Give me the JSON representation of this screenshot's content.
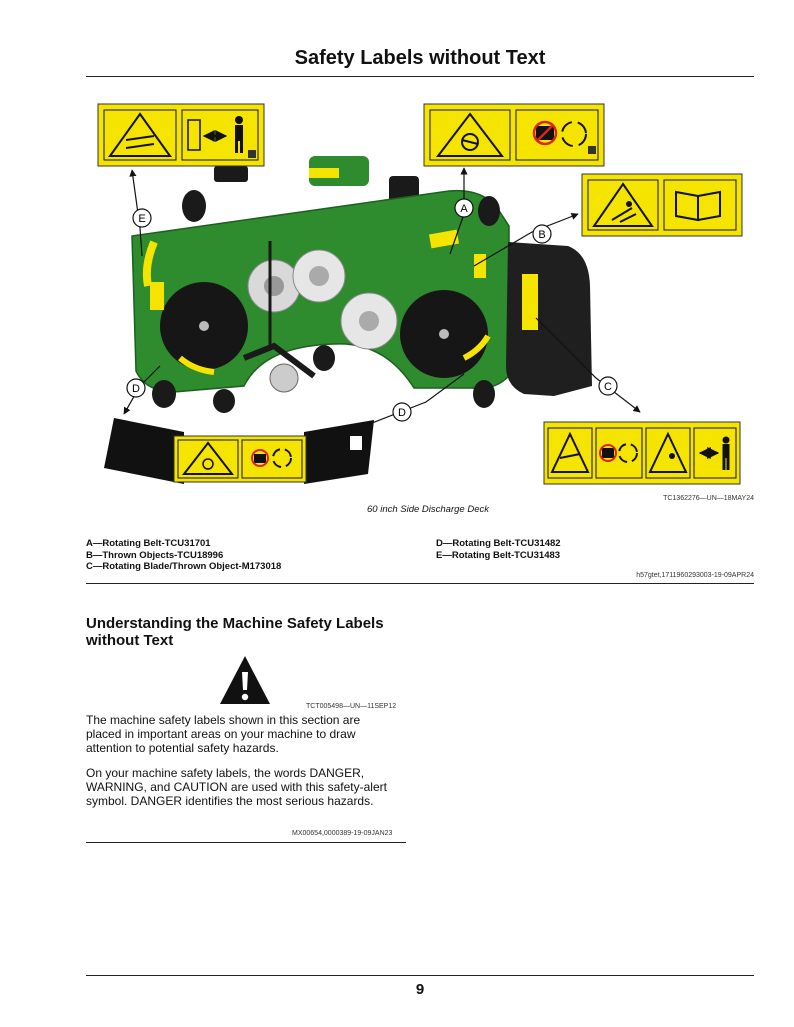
{
  "page_title": "Safety Labels without Text",
  "figure": {
    "caption": "60 inch Side Discharge Deck",
    "ref": "TC1362276—UN—18MAY24",
    "callouts": [
      "A",
      "B",
      "C",
      "D",
      "D",
      "E"
    ]
  },
  "legend": {
    "left": [
      "A—Rotating Belt-TCU31701",
      "B—Thrown Objects-TCU18996",
      "C—Rotating Blade/Thrown Object-M173018"
    ],
    "right": [
      "D—Rotating Belt-TCU31482",
      "E—Rotating Belt-TCU31483"
    ],
    "ref": "h57gtet,1711960293003-19-09APR24"
  },
  "section": {
    "heading": "Understanding the Machine Safety Labels without Text",
    "icon_ref": "TCT005498—UN—11SEP12",
    "para1": "The machine safety labels shown in this section are placed in important areas on your machine to draw attention to potential safety hazards.",
    "para2": "On your machine safety labels, the words DANGER, WARNING, and CAUTION are used with this safety-alert symbol. DANGER identifies the most serious hazards.",
    "ref": "MX00654,0000389-19-09JAN23"
  },
  "page_number": "9",
  "colors": {
    "deck_green": "#2e8b2e",
    "label_yellow": "#f5e400",
    "deck_black": "#1a1a1a"
  }
}
